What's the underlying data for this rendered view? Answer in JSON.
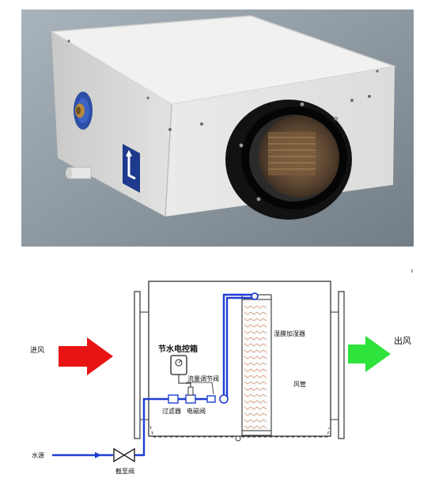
{
  "labels": {
    "inlet_air": "进风",
    "outlet_air": "出风",
    "controller": "节水电控箱",
    "flow_valve": "流量调节阀",
    "filter": "过滤器",
    "solenoid_valve": "电磁阀",
    "wet_film": "湿膜加湿器",
    "duct": "风管",
    "water_source": "水源",
    "shutoff_valve": "截至阀"
  },
  "colors": {
    "photo_bg": "#8f9aa4",
    "box_body": "#e7e7e5",
    "flange": "#1b1b1b",
    "water_pipe": "#1f3fd1",
    "inlet_arrow": "#e81414",
    "outlet_arrow": "#2ee33c"
  },
  "icons": {
    "inlet": "red-arrow-right-icon",
    "outlet": "green-arrow-right-icon",
    "valve": "bowtie-valve-icon",
    "controller": "control-box-icon"
  }
}
